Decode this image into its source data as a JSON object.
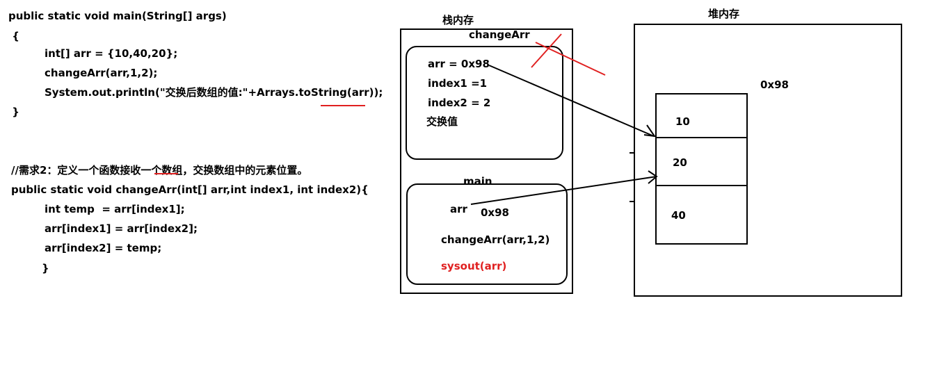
{
  "code": {
    "main_lines": [
      "public static void main(String[] args)",
      " {",
      "int[] arr = {10,40,20};",
      "changeArr(arr,1,2);",
      "System.out.println(\"交换后数组的值:\"+Arrays.toString(arr));",
      " }"
    ],
    "comment": "//需求2：定义一个函数接收一个数组，交换数组中的元素位置。",
    "change_lines": [
      "public static void changeArr(int[] arr,int index1, int index2){",
      "int temp  = arr[index1];",
      "arr[index1] = arr[index2];",
      "arr[index2] = temp;",
      "}"
    ]
  },
  "stack": {
    "title": "栈内存",
    "changeArr_frame": {
      "label": "changeArr",
      "lines": [
        "arr = 0x98",
        "index1 =1",
        "index2 = 2",
        "交换值"
      ]
    },
    "main_frame": {
      "label": "main",
      "arr_label": "arr",
      "arr_value": "0x98",
      "call": "changeArr(arr,1,2)",
      "sysout": "sysout(arr)"
    }
  },
  "heap": {
    "title": "堆内存",
    "address": "0x98",
    "cells": [
      "10",
      "20",
      "40"
    ]
  },
  "colors": {
    "text": "#000000",
    "annotation_red": "#e02020"
  }
}
